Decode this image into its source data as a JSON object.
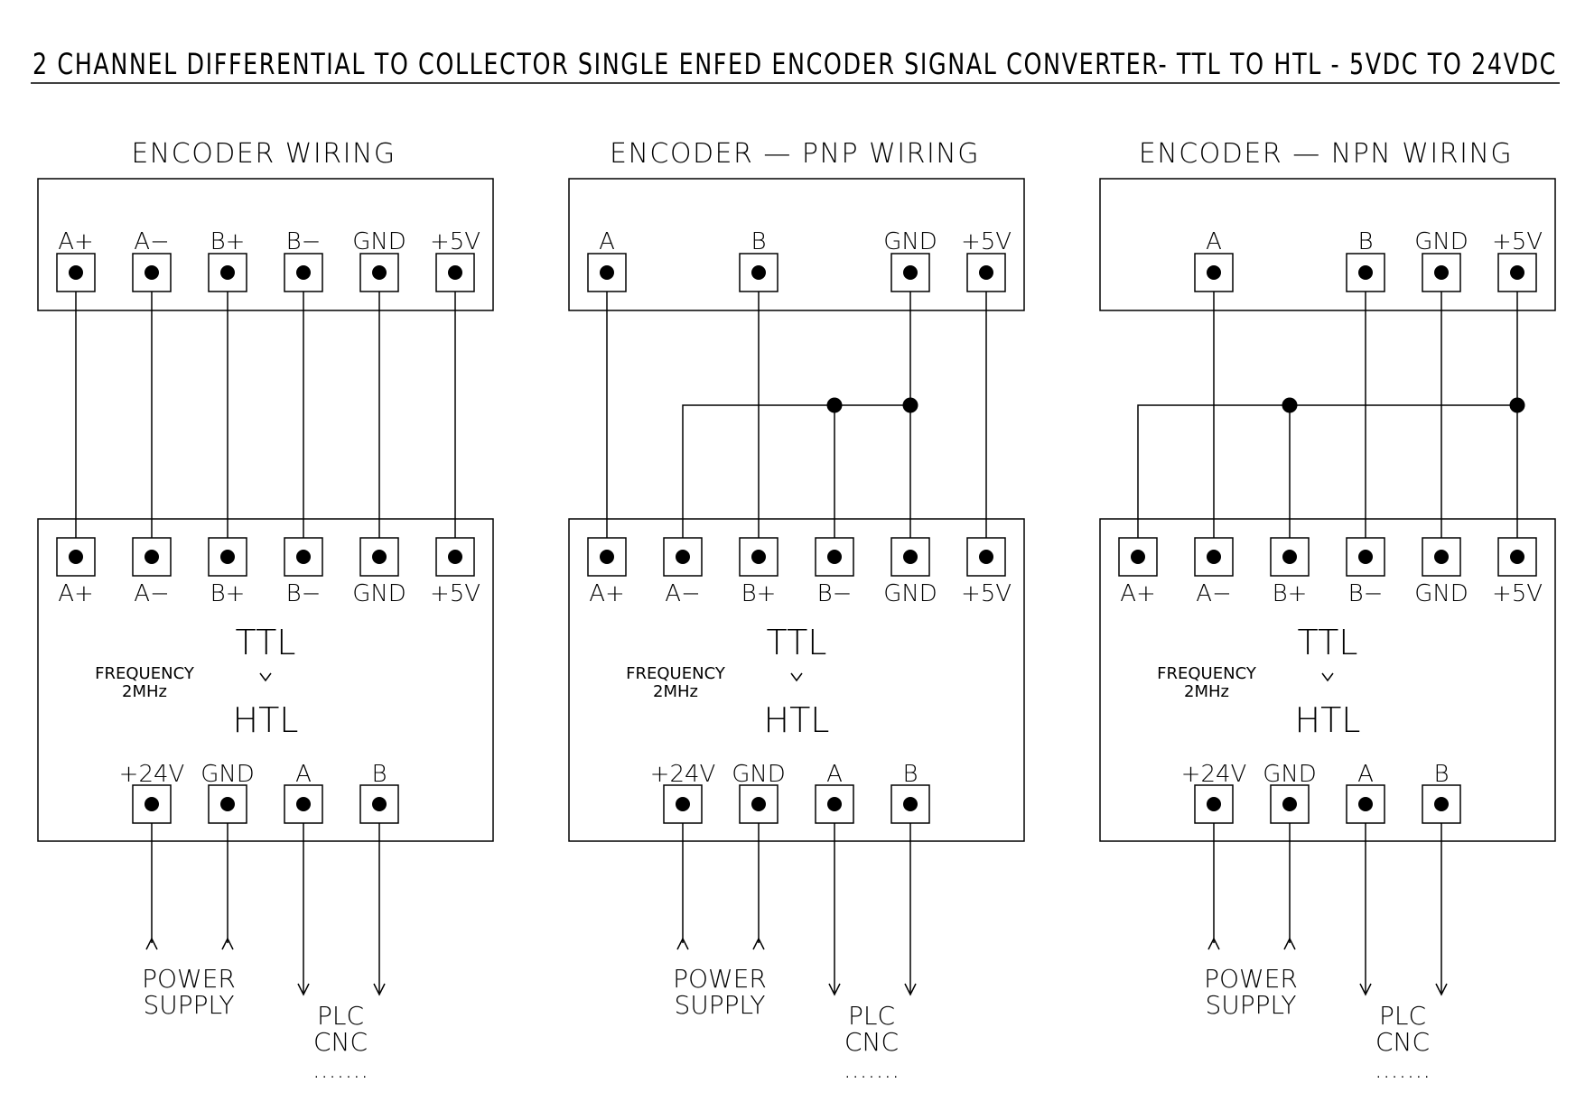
{
  "title": "2 CHANNEL DIFFERENTIAL TO COLLECTOR SINGLE ENFED ENCODER SIGNAL CONVERTER- TTL TO HTL  - 5VDC TO 24VDC",
  "panels": [
    {
      "heading": "ENCODER   WIRING",
      "encoder_pins": [
        "A+",
        "A−",
        "B+",
        "B−",
        "GND",
        "+5V"
      ],
      "converter_inputs": [
        "A+",
        "A−",
        "B+",
        "B−",
        "GND",
        "+5V"
      ],
      "ttl_label": "TTL",
      "htl_label": "HTL",
      "frequency_label": "FREQUENCY",
      "frequency_value": "2MHz",
      "outputs": [
        "+24V",
        "GND",
        "A",
        "B"
      ],
      "power_supply_line1": "POWER",
      "power_supply_line2": "SUPPLY",
      "plc_line1": "PLC",
      "plc_line2": "CNC",
      "plc_line3": "......."
    },
    {
      "heading": "ENCODER  —  PNP WIRING",
      "encoder_pins": [
        "A",
        "B",
        "GND",
        "+5V"
      ],
      "converter_inputs": [
        "A+",
        "A−",
        "B+",
        "B−",
        "GND",
        "+5V"
      ],
      "ttl_label": "TTL",
      "htl_label": "HTL",
      "frequency_label": "FREQUENCY",
      "frequency_value": "2MHz",
      "outputs": [
        "+24V",
        "GND",
        "A",
        "B"
      ],
      "power_supply_line1": "POWER",
      "power_supply_line2": "SUPPLY",
      "plc_line1": "PLC",
      "plc_line2": "CNC",
      "plc_line3": "......."
    },
    {
      "heading": "ENCODER  —  NPN WIRING",
      "encoder_pins": [
        "A",
        "B",
        "GND",
        "+5V"
      ],
      "converter_inputs": [
        "A+",
        "A−",
        "B+",
        "B−",
        "GND",
        "+5V"
      ],
      "ttl_label": "TTL",
      "htl_label": "HTL",
      "frequency_label": "FREQUENCY",
      "frequency_value": "2MHz",
      "outputs": [
        "+24V",
        "GND",
        "A",
        "B"
      ],
      "power_supply_line1": "POWER",
      "power_supply_line2": "SUPPLY",
      "plc_line1": "PLC",
      "plc_line2": "CNC",
      "plc_line3": "......."
    }
  ]
}
